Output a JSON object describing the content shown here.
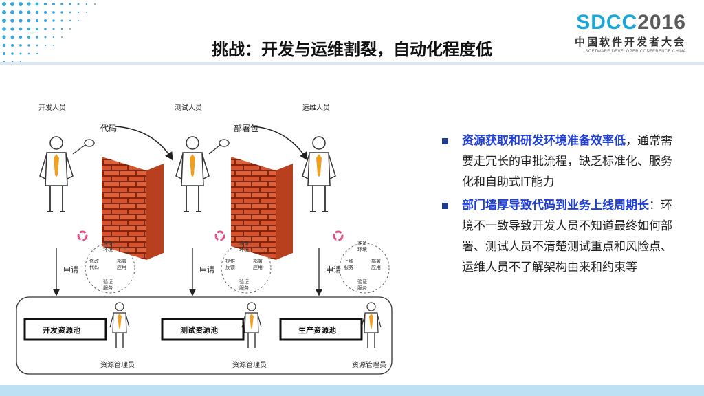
{
  "header": {
    "title": "挑战：开发与运维割裂，自动化程度低",
    "logo_part1": "SDCC",
    "logo_part2": "2016",
    "logo_cn": "中国软件开发者大会",
    "logo_en": "SOFTWARE DEVELOPER CONFERENCE CHINA"
  },
  "diagram": {
    "roles": [
      "开发人员",
      "测试人员",
      "运维人员"
    ],
    "flow_labels": [
      "代码",
      "部署包"
    ],
    "apply_label": "申请",
    "cycles": [
      {
        "top": "准备\n环境",
        "left": "修改\n代码",
        "right": "部署\n应用",
        "bottom": "验证\n服务"
      },
      {
        "top": "准备\n环境",
        "left": "提供\n反馈",
        "right": "部署\n应用",
        "bottom": "验证\n服务"
      },
      {
        "top": "准备\n环境",
        "left": "上线\n服务",
        "right": "部署\n应用",
        "bottom": "验证\n服务"
      }
    ],
    "pools": [
      "开发资源池",
      "测试资源池",
      "生产资源池"
    ],
    "admin_label": "资源管理员"
  },
  "bullets": [
    {
      "highlight": "资源获取和研发环境准备效率低",
      "text": "，通常需要走冗长的审批流程，缺乏标准化、服务化和自助式IT能力"
    },
    {
      "highlight": "部门墙厚导致代码到业务上线周期长",
      "text": "：环境不一致导致开发人员不知道最终如何部署、测试人员不清楚测试重点和风险点、运维人员不了解架构由来和约束等"
    }
  ],
  "colors": {
    "accent": "#1aa7d6",
    "highlight": "#1f3fd8",
    "bullet_square": "#1f3d8f",
    "brick": "#d9512c",
    "tie": "#f0a020"
  }
}
